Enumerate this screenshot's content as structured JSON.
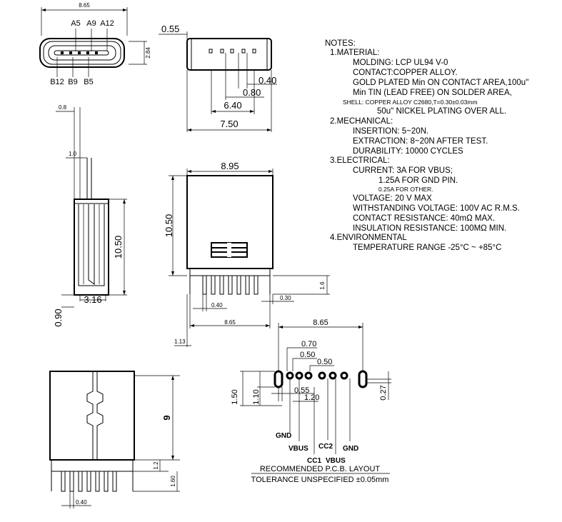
{
  "top_view": {
    "width_dim": "8.65",
    "height_dim": "2.84",
    "pin_labels_top": [
      "A5",
      "A9",
      "A12"
    ],
    "pin_labels_bottom": [
      "B12",
      "B9",
      "B5"
    ]
  },
  "end_view": {
    "dim_055": "0.55",
    "dim_040": "0.40",
    "dim_080": "0.80",
    "dim_640": "6.40",
    "dim_750": "7.50"
  },
  "side_view": {
    "dim_08": "0.8",
    "dim_10": "1.0",
    "dim_1050": "10.50",
    "dim_316": "3.16",
    "dim_090": "0.90"
  },
  "front_view": {
    "dim_895": "8.95",
    "dim_1050": "10.50",
    "dim_16": "1.6",
    "dim_030": "0.30",
    "dim_040": "0.40",
    "dim_865": "8.65",
    "dim_113": "1.13"
  },
  "pcb_layout": {
    "dim_865": "8.65",
    "dim_070": "0.70",
    "dim_050a": "0.50",
    "dim_050b": "0.50",
    "dim_150": "1.50",
    "dim_110": "1.10",
    "dim_055": "0.55",
    "dim_120": "1.20",
    "dim_027": "0.27",
    "pin_gnd_left": "GND",
    "pin_vbus_left": "VBUS",
    "pin_cc1": "CC1",
    "pin_cc2": "CC2",
    "pin_vbus_right": "VBUS",
    "pin_gnd_right": "GND",
    "caption": "RECOMMENDED   P.C.B.  LAYOUT",
    "tolerance": "TOLERANCE  UNSPECIFIED  ±0.05mm"
  },
  "bottom_view": {
    "dim_9": "9",
    "dim_12": "1.2",
    "dim_160": "1.60",
    "dim_040": "0.40"
  },
  "notes": {
    "heading": "NOTES:",
    "lines": [
      "1.MATERIAL:",
      "MOLDING: LCP UL94 V-0",
      "CONTACT:COPPER ALLOY.",
      "GOLD PLATED Min ON CONTACT AREA,100u\"",
      "Min TIN (LEAD FREE) ON SOLDER AREA,",
      "SHELL: COPPER ALLOY C2680,T=0.30±0.03mm",
      "50u\" NICKEL PLATING OVER ALL.",
      "2.MECHANICAL:",
      "INSERTION: 5~20N.",
      "EXTRACTION: 8~20N AFTER TEST.",
      "DURABILITY: 10000 CYCLES",
      "3.ELECTRICAL:",
      "CURRENT: 3A FOR VBUS;",
      "1.25A FOR GND PIN.",
      "0.25A FOR OTHER.",
      "VOLTAGE: 20 V MAX",
      "WITHSTANDING VOLTAGE: 100V AC R.M.S.",
      "CONTACT RESISTANCE: 40mΩ MAX.",
      "INSULATION RESISTANCE: 100MΩ MIN.",
      "4.ENVIRONMENTAL",
      "TEMPERATURE RANGE -25°C ~ +85°C"
    ]
  }
}
